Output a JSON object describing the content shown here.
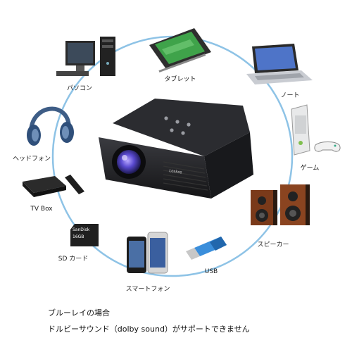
{
  "items": {
    "pc": "パソコン",
    "tablet": "タブレット",
    "notebook": "ノート",
    "headphones": "ヘッドフォン",
    "game": "ゲーム",
    "tvbox": "TV Box",
    "speaker": "スピーカー",
    "sdcard": "SD カード",
    "usb": "USB",
    "smartphone": "スマートフォン"
  },
  "sd_card_text": {
    "brand": "SanDisk",
    "capacity": "16GB"
  },
  "projector_brand": "Loskos",
  "notes": {
    "line1": "ブルーレイの場合",
    "line2": "ドルビーサウンド（dolby sound）がサポートできません"
  },
  "colors": {
    "circle": "#8ec3e6",
    "projector_body": "#1e1f22",
    "lens": "#5a4ad0"
  }
}
